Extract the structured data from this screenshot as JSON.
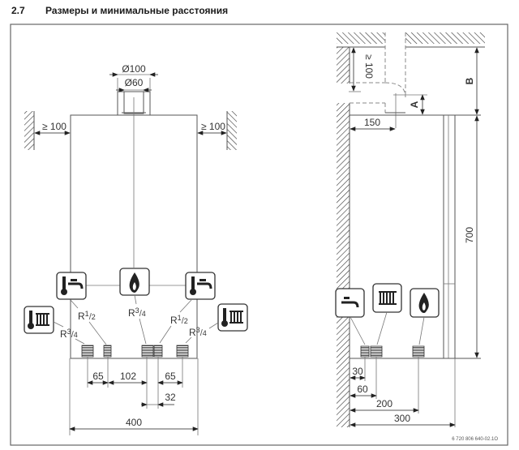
{
  "heading": {
    "number": "2.7",
    "title": "Размеры и минимальные расстояния"
  },
  "front_view": {
    "flue_outer": "Ø100",
    "flue_inner": "Ø60",
    "clearance_left": "≥ 100",
    "clearance_right": "≥ 100",
    "connections": [
      {
        "icon": "hot-water-tap-thermometer-icon",
        "thread_main": "R",
        "thread_sup": "1",
        "thread_sub": "2"
      },
      {
        "icon": "heating-radiator-thermometer-icon",
        "thread_main": "R",
        "thread_sup": "3",
        "thread_sub": "4"
      },
      {
        "icon": "gas-flame-icon",
        "thread_main": "R",
        "thread_sup": "3",
        "thread_sub": "4"
      },
      {
        "icon": "hot-water-tap-thermometer-icon",
        "thread_main": "R",
        "thread_sup": "1",
        "thread_sub": "2"
      },
      {
        "icon": "heating-radiator-thermometer-icon",
        "thread_main": "R",
        "thread_sup": "3",
        "thread_sub": "4"
      }
    ],
    "dimensions": {
      "d1": "65",
      "d2": "102",
      "d3": "65",
      "d4": "32",
      "width": "400"
    }
  },
  "side_view": {
    "top_clearance": "≥ 100",
    "flue_offset": "150",
    "label_a": "A",
    "label_b": "B",
    "height": "700",
    "dimensions": {
      "d1": "30",
      "d2": "60",
      "d3": "200",
      "depth": "300"
    }
  },
  "drawing_code": "6 720 806 640-02.1O"
}
